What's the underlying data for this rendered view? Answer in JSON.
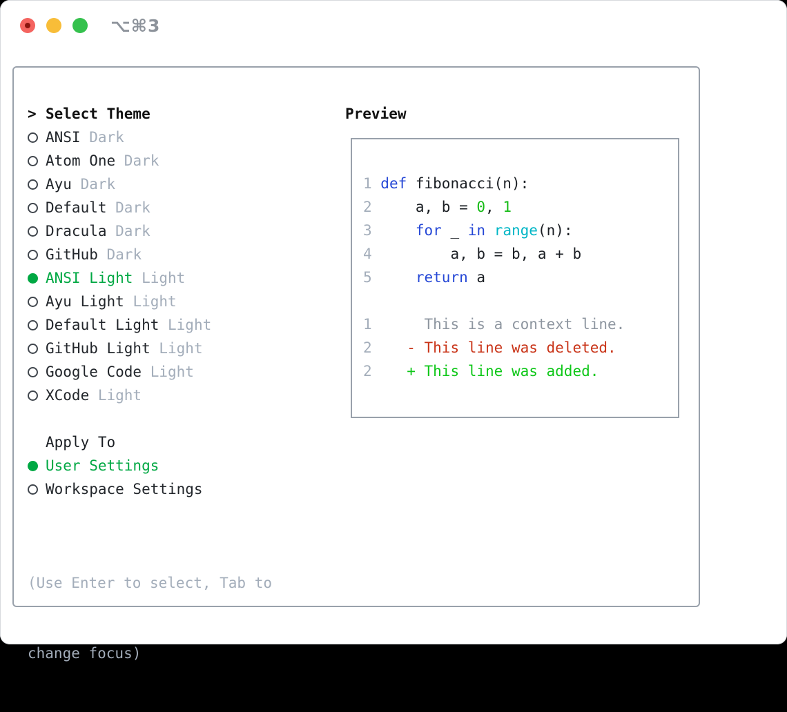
{
  "window": {
    "title_shortcut": "⌥⌘3",
    "traffic_lights": [
      {
        "name": "close",
        "color": "#f4645f",
        "inner_dot": "#8b150e"
      },
      {
        "name": "minimize",
        "color": "#f8bd38"
      },
      {
        "name": "zoom",
        "color": "#35c14d"
      }
    ]
  },
  "theme_selector": {
    "header_marker": ">",
    "header": "Select Theme",
    "themes": [
      {
        "name": "ANSI",
        "tag": "Dark",
        "selected": false
      },
      {
        "name": "Atom One",
        "tag": "Dark",
        "selected": false
      },
      {
        "name": "Ayu",
        "tag": "Dark",
        "selected": false
      },
      {
        "name": "Default",
        "tag": "Dark",
        "selected": false
      },
      {
        "name": "Dracula",
        "tag": "Dark",
        "selected": false
      },
      {
        "name": "GitHub",
        "tag": "Dark",
        "selected": false
      },
      {
        "name": "ANSI Light",
        "tag": "Light",
        "selected": true
      },
      {
        "name": "Ayu Light",
        "tag": "Light",
        "selected": false
      },
      {
        "name": "Default Light",
        "tag": "Light",
        "selected": false
      },
      {
        "name": "GitHub Light",
        "tag": "Light",
        "selected": false
      },
      {
        "name": "Google Code",
        "tag": "Light",
        "selected": false
      },
      {
        "name": "XCode",
        "tag": "Light",
        "selected": false
      }
    ],
    "apply_to": {
      "header": "Apply To",
      "options": [
        {
          "label": "User Settings",
          "selected": true
        },
        {
          "label": "Workspace Settings",
          "selected": false
        }
      ]
    },
    "hint_lines": [
      "(Use Enter to select, Tab to",
      "change focus)"
    ]
  },
  "preview": {
    "header": "Preview",
    "lines": [
      {
        "kind": "code",
        "segs": [
          {
            "t": "1 ",
            "c": "ln"
          },
          {
            "t": "def",
            "c": "kw"
          },
          {
            "t": " fibonacci(n):",
            "c": "txt"
          }
        ]
      },
      {
        "kind": "code",
        "segs": [
          {
            "t": "2 ",
            "c": "ln"
          },
          {
            "t": "    a, b = ",
            "c": "txt"
          },
          {
            "t": "0",
            "c": "num"
          },
          {
            "t": ", ",
            "c": "txt"
          },
          {
            "t": "1",
            "c": "num"
          }
        ]
      },
      {
        "kind": "code",
        "segs": [
          {
            "t": "3 ",
            "c": "ln"
          },
          {
            "t": "    ",
            "c": "txt"
          },
          {
            "t": "for",
            "c": "kw"
          },
          {
            "t": " _ ",
            "c": "txt"
          },
          {
            "t": "in",
            "c": "kw"
          },
          {
            "t": " ",
            "c": "txt"
          },
          {
            "t": "range",
            "c": "fn"
          },
          {
            "t": "(n):",
            "c": "txt"
          }
        ]
      },
      {
        "kind": "code",
        "segs": [
          {
            "t": "4 ",
            "c": "ln"
          },
          {
            "t": "        a, b = b, a + b",
            "c": "txt"
          }
        ]
      },
      {
        "kind": "code",
        "segs": [
          {
            "t": "5 ",
            "c": "ln"
          },
          {
            "t": "    ",
            "c": "txt"
          },
          {
            "t": "return",
            "c": "kw"
          },
          {
            "t": " a",
            "c": "txt"
          }
        ]
      },
      {
        "kind": "blank",
        "segs": []
      },
      {
        "kind": "diff-context",
        "segs": [
          {
            "t": "1 ",
            "c": "ln"
          },
          {
            "t": "     This is a context line.",
            "c": "ctx"
          }
        ]
      },
      {
        "kind": "diff-deleted",
        "segs": [
          {
            "t": "2 ",
            "c": "ln"
          },
          {
            "t": "   ",
            "c": "txt"
          },
          {
            "t": "- This line was deleted.",
            "c": "del"
          }
        ]
      },
      {
        "kind": "diff-added",
        "segs": [
          {
            "t": "2 ",
            "c": "ln"
          },
          {
            "t": "   ",
            "c": "txt"
          },
          {
            "t": "+ This line was added.",
            "c": "add"
          }
        ]
      }
    ]
  },
  "colors": {
    "text": "#1b1f24",
    "muted_gray": "#a3adba",
    "context_gray": "#8e96a0",
    "selection_green": "#00a843",
    "keyword_blue": "#2648d6",
    "function_cyan": "#00b6c6",
    "number_green": "#16bb16",
    "deleted_red": "#c93418",
    "added_green": "#0ec718",
    "frame_border": "#99a1ab"
  }
}
